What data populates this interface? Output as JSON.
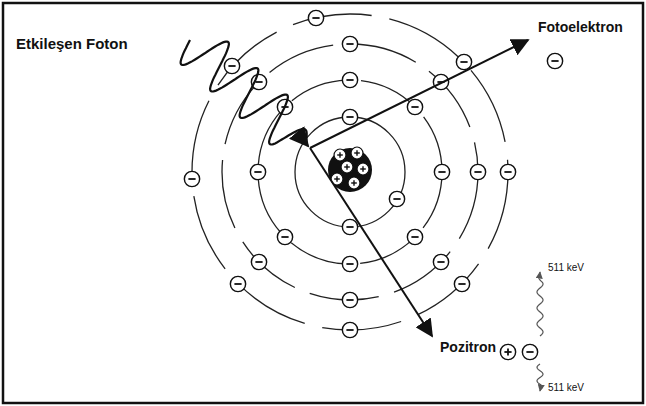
{
  "diagram": {
    "labels": [
      "Etkileşen Foton",
      "Fotoelektron",
      "Pozitron",
      "511 keV",
      "511 keV"
    ]
  }
}
